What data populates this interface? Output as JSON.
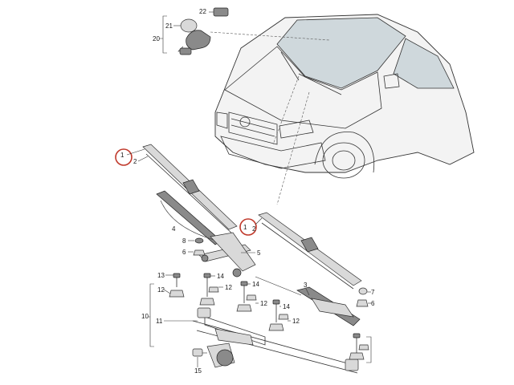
{
  "callouts": {
    "c1a": "1",
    "c2a": "2",
    "c1b": "1",
    "c2b": "2",
    "c3": "3",
    "c4": "4",
    "c5": "5",
    "c6a": "6",
    "c6b": "6",
    "c7": "7",
    "c8": "8",
    "c10": "10",
    "c11": "11",
    "c12a": "12",
    "c12b": "12",
    "c12c": "12",
    "c12d": "12",
    "c13": "13",
    "c14a": "14",
    "c14b": "14",
    "c14c": "14",
    "c15": "15",
    "c20": "20",
    "c21": "21",
    "c22": "22"
  },
  "colors": {
    "highlight_circle": "#c0392b"
  }
}
